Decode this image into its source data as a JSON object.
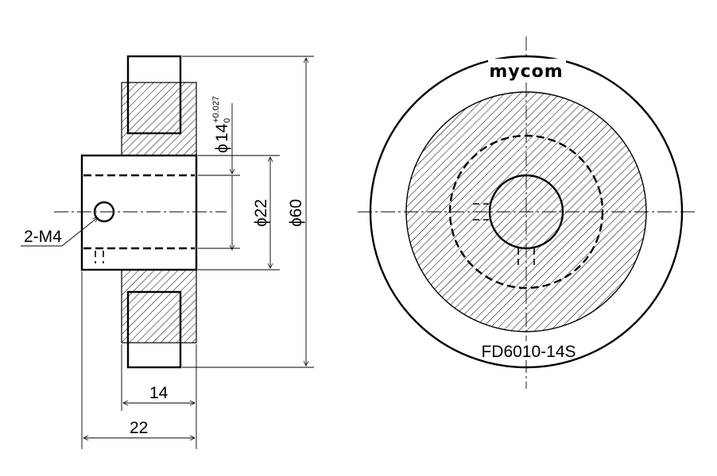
{
  "diagram": {
    "brand": "mycom",
    "part_number": "FD6010-14S",
    "labels": {
      "tapped_holes": "2-M4",
      "bore_symbol": "ϕ",
      "bore": "14",
      "bore_tol_upper": "+0.027",
      "bore_tol_lower": "0",
      "hub_diameter": "ϕ22",
      "outer_diameter": "ϕ60",
      "wheel_width": "14",
      "overall_width": "22"
    }
  }
}
